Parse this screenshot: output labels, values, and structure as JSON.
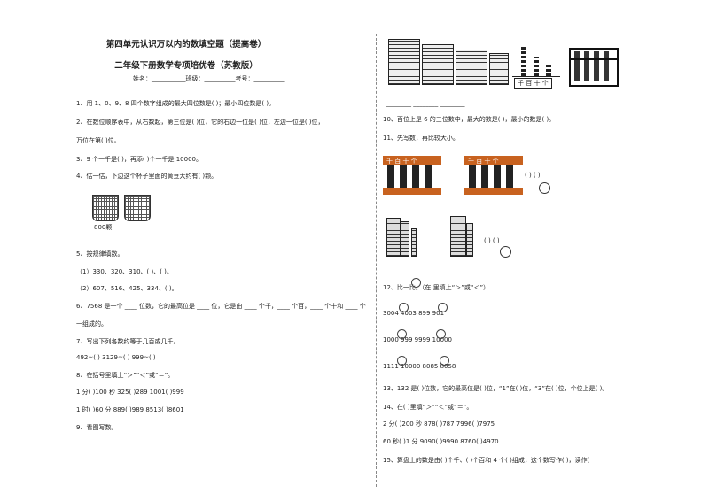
{
  "header": {
    "title": "第四单元认识万以内的数填空题（提高卷）",
    "subtitle": "二年级下册数学专项培优卷（苏教版）",
    "info": "姓名：___________班级：__________考号：__________"
  },
  "left": {
    "q1": "1、用 1、0、9、8 四个数字组成的最大四位数是(          )；最小四位数是(          )。",
    "q2a": "2、在数位顺序表中，从右数起，第三位是(        )位，它的右边一位是(        )位，左边一位是(        )位，",
    "q2b": "万位在第(        )位。",
    "q3": "3、9 个一千是(        )，再添(        )个一千是 10000。",
    "q4": "4、估一估，下边这个杯子里面的黄豆大约有(          )颗。",
    "q4_label": "800颗",
    "q5": "5、按规律填数。",
    "q5a": "（1）330、320、310、(        )、(        )。",
    "q5b": "（2）607、516、425、334、(        )。",
    "q6a": "6、7568 是一个 ____ 位数，它的最高位是 ____ 位，它是由 ____ 个千，____ 个百，____ 个十和 ____ 个",
    "q6b": "一组成的。",
    "q7": "7、写出下列各数约等于几百或几千。",
    "q7a": "492≈(        )    3129≈(        )    999≈(        )",
    "q8": "8、在括号里填上“＞”“＜”或“＝”。",
    "q8a": "1 分(          )100 秒     325(          )289     1001(          )999",
    "q8b": "1 时(          )60 分     889(          )989     8513(          )8601",
    "q9": "9、看图写数。"
  },
  "right": {
    "abacus_labels": "千 百 十 个",
    "blanks": "________     ________     ________",
    "q10": "10、百位上是 6 的三位数中，最大的数是(          )，最小的数是(          )。",
    "q11": "11、先写数，再比较大小。",
    "paren_pair": "(     )          (     )",
    "q12": "12、比一比。（在      里填上“＞”或“＜”）",
    "q12a": "3004      4003     899      901",
    "q12b": "1000      999      9999      10000",
    "q12c": "1111      10000     8085      8058",
    "q13": "13、132 是(          )位数，它的最高位是(        )位，“1”在(          )位，“3”在(          )位，个位上是(          )。",
    "q14": "14、在(    )里填“＞”“＜”或“＝”。",
    "q14a": "2 分(          )200 秒     878(          )787     7996(          )7975",
    "q14b": "60 秒(          )1 分     9090(          )9990     8760(          )4970",
    "q15": "15、算盘上的数是由(          )个千、(          )个百和 4 个(          )组成，这个数写作(          )，读作("
  },
  "colors": {
    "abacus_frame": "#b8541c",
    "abacus_bead": "#1a1a1a",
    "text": "#222222"
  }
}
